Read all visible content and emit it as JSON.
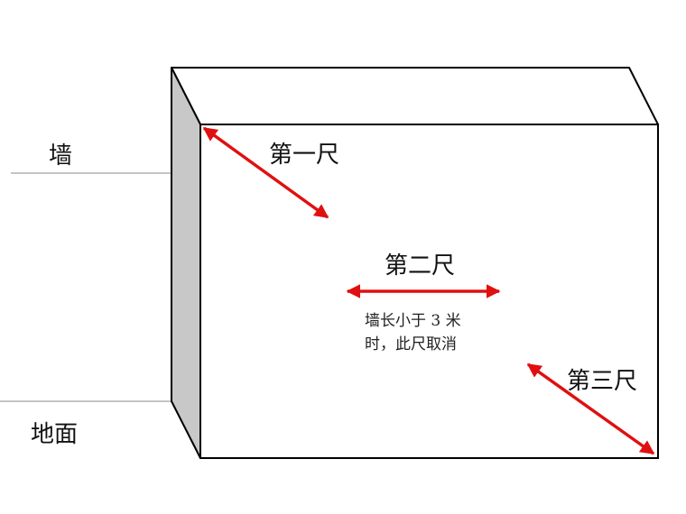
{
  "labels": {
    "wall": "墙",
    "ground": "地面",
    "ruler_1": "第一尺",
    "ruler_2": "第二尺",
    "ruler_3": "第三尺",
    "note_line_1": "墙长小于 3 米",
    "note_line_2": "时，此尺取消"
  },
  "colors": {
    "arrow": "#e01010",
    "box_face": "#ffffff",
    "box_side": "#c8c8c8",
    "outline": "#000000",
    "reference_line": "#8a8a8a"
  }
}
